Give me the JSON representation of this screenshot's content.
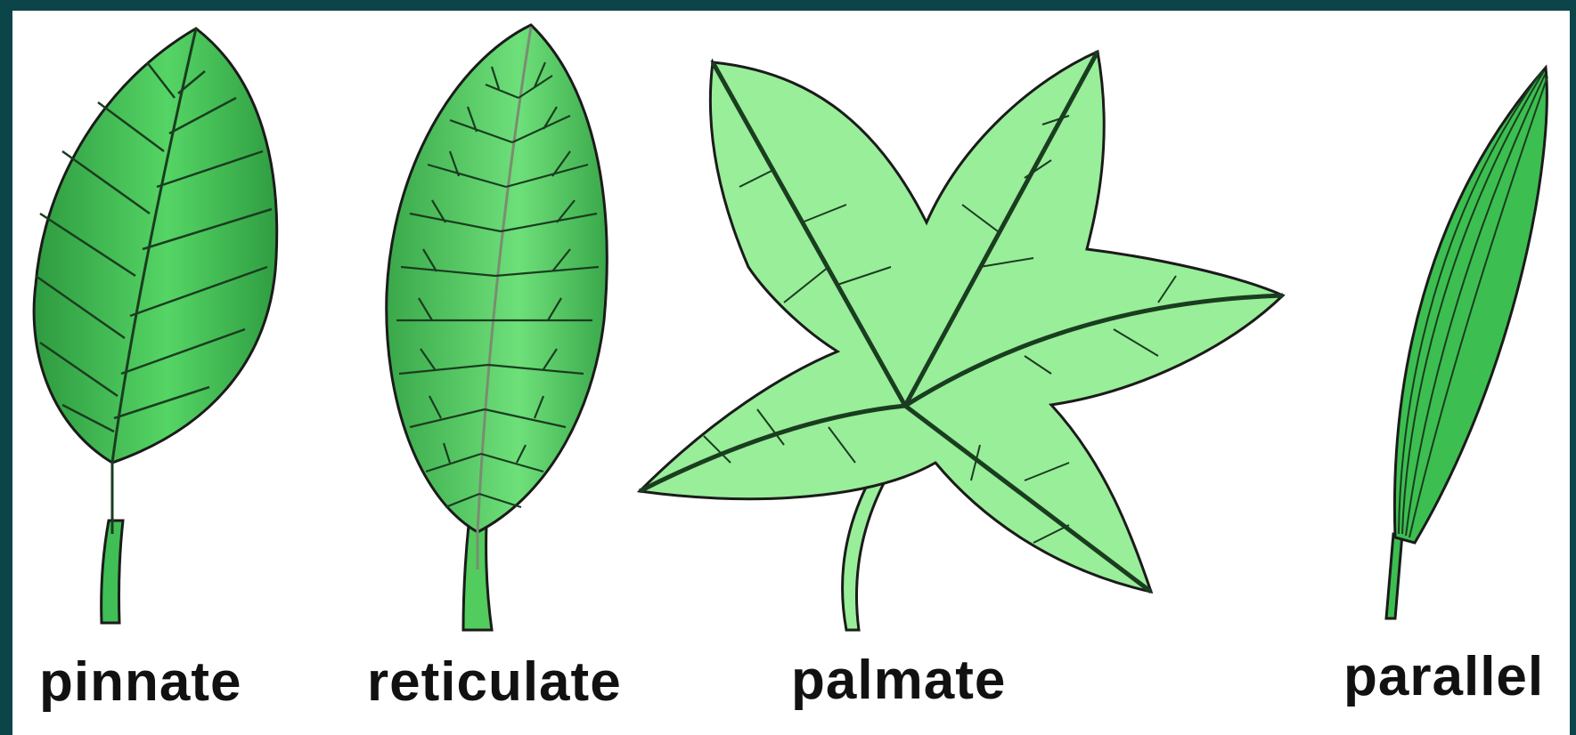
{
  "figure": {
    "leaves": [
      {
        "id": "pinnate",
        "label": "pinnate"
      },
      {
        "id": "reticulate",
        "label": "reticulate"
      },
      {
        "id": "palmate",
        "label": "palmate"
      },
      {
        "id": "parallel",
        "label": "parallel"
      }
    ],
    "colors": {
      "frame": "#0b4449",
      "pinnate_fill": "#3fbf55",
      "reticulate_fill": "#52cc5c",
      "palmate_fill": "#99ee99",
      "parallel_fill": "#3cbf50",
      "vein": "#1a3d20",
      "outline": "#1b1b1b"
    }
  }
}
